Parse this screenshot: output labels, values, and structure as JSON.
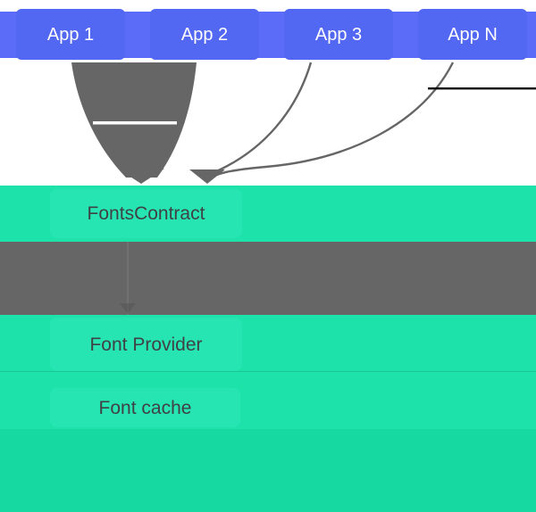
{
  "diagram": {
    "description": "Downloadable fonts architecture diagram: multiple apps converge through FontsContract to a Font Provider and its Font cache",
    "apps": [
      {
        "label": "App 1"
      },
      {
        "label": "App 2"
      },
      {
        "label": "App 3"
      },
      {
        "label": "App N"
      }
    ],
    "layers": {
      "fonts_contract": {
        "label": "FontsContract"
      },
      "font_provider": {
        "label": "Font Provider"
      },
      "font_cache": {
        "label": "Font cache"
      }
    },
    "colors": {
      "app_band": "#5b6df8",
      "app_box": "#5267f2",
      "app_text": "#ffffff",
      "green_band": "#1de2a9",
      "green_box": "#27e5b2",
      "bottom_band": "#16d9a1",
      "gray_band": "#666666",
      "arrow": "#666666",
      "label_text": "#3e4245"
    }
  }
}
